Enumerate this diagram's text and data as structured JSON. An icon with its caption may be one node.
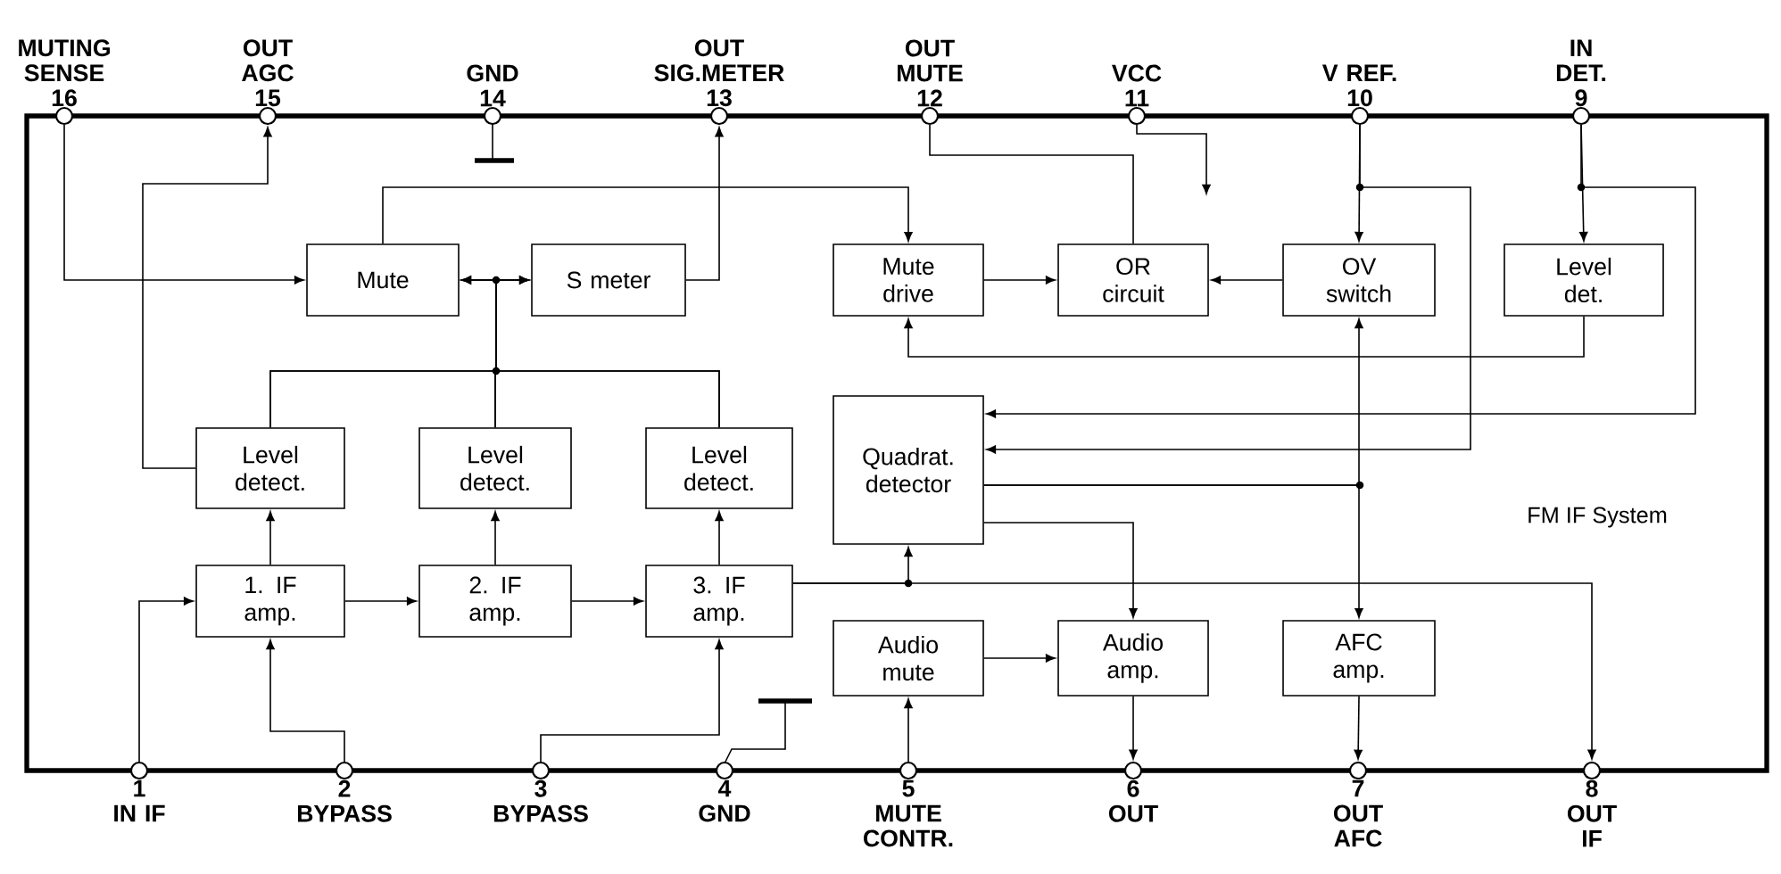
{
  "diagram": {
    "nodes": [
      {
        "text": [
          "MUTING SENSE",
          "16"
        ]
      },
      {
        "text": [
          "OUT AGC",
          "15"
        ]
      },
      {
        "text": [
          "GND",
          "14"
        ]
      },
      {
        "text": [
          "OUT SIG.METER",
          "13"
        ]
      },
      {
        "text": [
          "OUT MUTE",
          "12"
        ]
      },
      {
        "text": [
          "VCC",
          "11"
        ]
      },
      {
        "text": [
          "V REF.",
          "10"
        ]
      },
      {
        "text": [
          "IN DET.",
          "9"
        ]
      },
      {
        "text": [
          "Mute"
        ]
      },
      {
        "text": [
          "S meter"
        ]
      },
      {
        "text": [
          "Mute drive"
        ]
      },
      {
        "text": [
          "OR circuit"
        ]
      },
      {
        "text": [
          "OV switch"
        ]
      },
      {
        "text": [
          "Level det."
        ]
      },
      {
        "text": [
          "Level detect."
        ]
      },
      {
        "text": [
          "Level detect."
        ]
      },
      {
        "text": [
          "Level detect."
        ]
      },
      {
        "text": [
          "Quadrat. detector"
        ]
      },
      {
        "text": [
          "1. IF amp."
        ]
      },
      {
        "text": [
          "2. IF amp."
        ]
      },
      {
        "text": [
          "3. IF amp."
        ]
      },
      {
        "text": [
          "Audio mute"
        ]
      },
      {
        "text": [
          "Audio amp."
        ]
      },
      {
        "text": [
          "AFC amp."
        ]
      },
      {
        "text": [
          "1",
          "IN IF"
        ]
      },
      {
        "text": [
          "2",
          "BYPASS"
        ]
      },
      {
        "text": [
          "3",
          "BYPASS"
        ]
      },
      {
        "text": [
          "4",
          "GND"
        ]
      },
      {
        "text": [
          "5",
          "MUTE CONTR."
        ]
      },
      {
        "text": [
          "6",
          "OUT"
        ]
      },
      {
        "text": [
          "7",
          "OUT AFC"
        ]
      },
      {
        "text": [
          "8",
          "OUT IF"
        ]
      }
    ],
    "edges": [
      {
        "from": 0,
        "to": 8,
        "arrow": "to"
      },
      {
        "from": 14,
        "to": 1,
        "arrow": "to"
      },
      {
        "from": 9,
        "to": 3,
        "arrow": "to"
      },
      {
        "from": 8,
        "to": 10,
        "arrow": "to"
      },
      {
        "from": 14,
        "to": 8,
        "arrow": "to"
      },
      {
        "from": 14,
        "to": 9,
        "arrow": "to"
      },
      {
        "from": 15,
        "to": 8,
        "arrow": "to"
      },
      {
        "from": 15,
        "to": 9,
        "arrow": "to"
      },
      {
        "from": 16,
        "to": 8,
        "arrow": "to"
      },
      {
        "from": 16,
        "to": 9,
        "arrow": "to"
      },
      {
        "from": 10,
        "to": 11,
        "arrow": "to"
      },
      {
        "from": 12,
        "to": 11,
        "arrow": "to"
      },
      {
        "from": 11,
        "to": 4,
        "arrow": "none"
      },
      {
        "from": 5,
        "to": null,
        "arrow": "to"
      },
      {
        "from": 6,
        "to": 12,
        "arrow": "to"
      },
      {
        "from": 6,
        "to": 17,
        "arrow": "to"
      },
      {
        "from": 7,
        "to": 13,
        "arrow": "to"
      },
      {
        "from": 7,
        "to": 17,
        "arrow": "to"
      },
      {
        "from": 13,
        "to": 10,
        "arrow": "to"
      },
      {
        "from": 17,
        "to": 12,
        "arrow": "to"
      },
      {
        "from": 17,
        "to": 23,
        "arrow": "to"
      },
      {
        "from": 17,
        "to": 22,
        "arrow": "to"
      },
      {
        "from": 20,
        "to": 17,
        "arrow": "to"
      },
      {
        "from": 20,
        "to": 31,
        "arrow": "to"
      },
      {
        "from": 21,
        "to": 22,
        "arrow": "to"
      },
      {
        "from": 28,
        "to": 21,
        "arrow": "to"
      },
      {
        "from": 22,
        "to": 29,
        "arrow": "to"
      },
      {
        "from": 23,
        "to": 30,
        "arrow": "to"
      },
      {
        "from": 24,
        "to": 18,
        "arrow": "to"
      },
      {
        "from": 18,
        "to": 19,
        "arrow": "to"
      },
      {
        "from": 19,
        "to": 20,
        "arrow": "to"
      },
      {
        "from": 18,
        "to": 14,
        "arrow": "to"
      },
      {
        "from": 19,
        "to": 15,
        "arrow": "to"
      },
      {
        "from": 20,
        "to": 16,
        "arrow": "to"
      },
      {
        "from": 25,
        "to": 18,
        "arrow": "to"
      },
      {
        "from": 26,
        "to": 20,
        "arrow": "to"
      }
    ],
    "labels": [
      "FM IF System"
    ]
  }
}
